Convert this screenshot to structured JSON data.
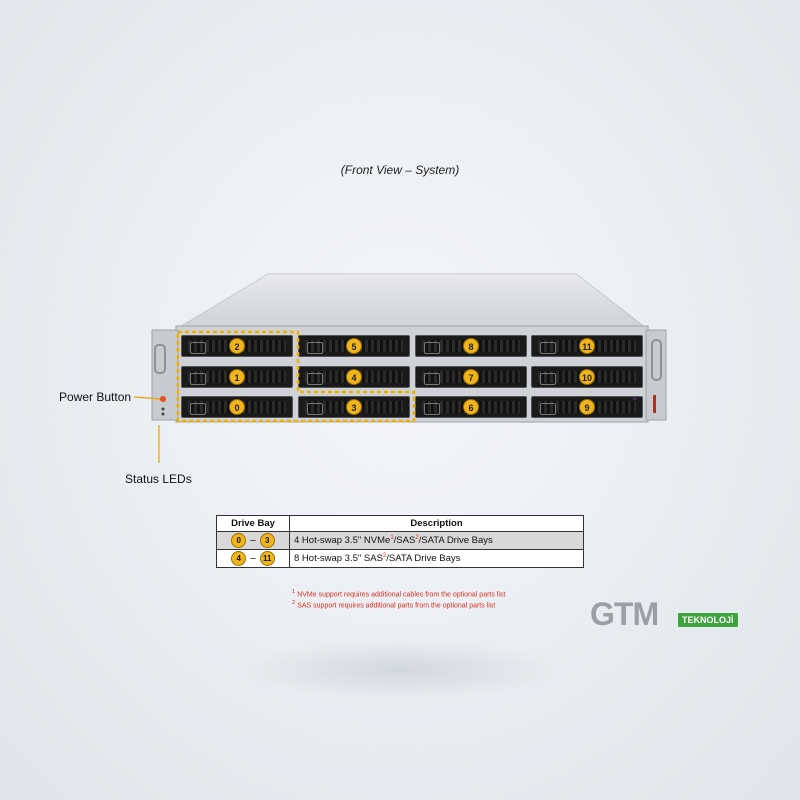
{
  "caption": "(Front View – System)",
  "labels": {
    "power_button": "Power Button",
    "status_leds": "Status LEDs"
  },
  "bays": [
    {
      "n": "2"
    },
    {
      "n": "5"
    },
    {
      "n": "8"
    },
    {
      "n": "11"
    },
    {
      "n": "1"
    },
    {
      "n": "4"
    },
    {
      "n": "7"
    },
    {
      "n": "10"
    },
    {
      "n": "0"
    },
    {
      "n": "3"
    },
    {
      "n": "6"
    },
    {
      "n": "9"
    }
  ],
  "table": {
    "header_bay": "Drive Bay",
    "header_desc": "Description",
    "rows": [
      {
        "from": "0",
        "dash": "–",
        "to": "3",
        "desc_a": "4 Hot-swap 3.5\" NVMe",
        "sup1": "1",
        "desc_b": "/SAS",
        "sup2": "2",
        "desc_c": "/SATA Drive Bays"
      },
      {
        "from": "4",
        "dash": "–",
        "to": "11",
        "desc_a": "8 Hot-swap 3.5\" SAS",
        "sup1": "2",
        "desc_b": "/SATA Drive Bays",
        "sup2": "",
        "desc_c": ""
      }
    ]
  },
  "notes": {
    "n1_sup": "1",
    "n1": "NVMe support requires additional cables from the optional parts list",
    "n2_sup": "2",
    "n2": "SAS support requires additional parts from the optional parts list"
  },
  "logo": {
    "main": "GTM",
    "tag": "TEKNOLOJİ"
  },
  "colors": {
    "badge": "#f1b51c",
    "highlight": "#f0b000",
    "note": "#d83020",
    "logo_green": "#3ea33e"
  }
}
